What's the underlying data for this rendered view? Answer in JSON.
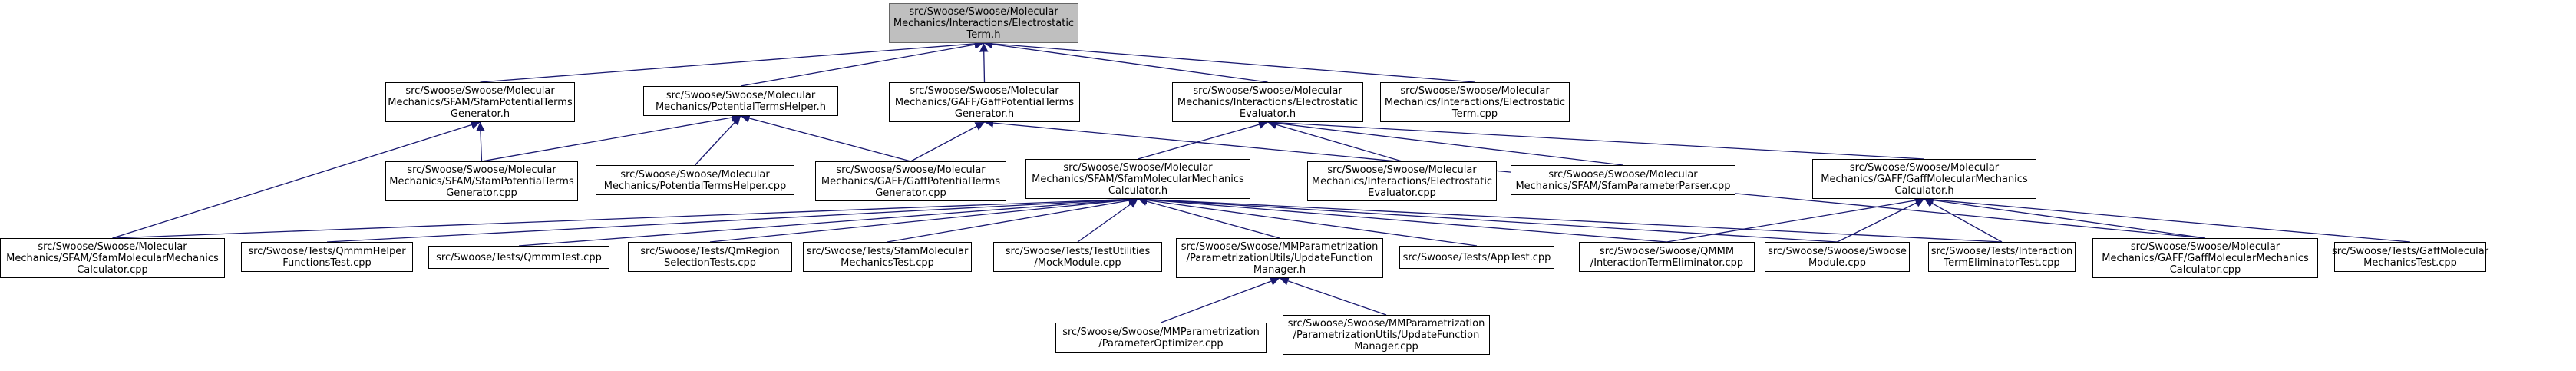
{
  "colors": {
    "edge": "#191970",
    "root_fill": "#bfbfbf",
    "node_border": "#000000"
  },
  "graph": {
    "nodes": [
      {
        "id": "root",
        "label": "src/Swoose/Swoose/Molecular\nMechanics/Interactions/Electrostatic\nTerm.h",
        "root": true
      },
      {
        "id": "sfam_pt_h",
        "label": "src/Swoose/Swoose/Molecular\nMechanics/SFAM/SfamPotentialTerms\nGenerator.h"
      },
      {
        "id": "pth_h",
        "label": "src/Swoose/Swoose/Molecular\nMechanics/PotentialTermsHelper.h"
      },
      {
        "id": "gaff_pt_h",
        "label": "src/Swoose/Swoose/Molecular\nMechanics/GAFF/GaffPotentialTerms\nGenerator.h"
      },
      {
        "id": "eev_h",
        "label": "src/Swoose/Swoose/Molecular\nMechanics/Interactions/Electrostatic\nEvaluator.h"
      },
      {
        "id": "et_cpp",
        "label": "src/Swoose/Swoose/Molecular\nMechanics/Interactions/Electrostatic\nTerm.cpp"
      },
      {
        "id": "sfam_pt_cpp",
        "label": "src/Swoose/Swoose/Molecular\nMechanics/SFAM/SfamPotentialTerms\nGenerator.cpp"
      },
      {
        "id": "pth_cpp",
        "label": "src/Swoose/Swoose/Molecular\nMechanics/PotentialTermsHelper.cpp"
      },
      {
        "id": "gaff_pt_cpp",
        "label": "src/Swoose/Swoose/Molecular\nMechanics/GAFF/GaffPotentialTerms\nGenerator.cpp"
      },
      {
        "id": "sfam_calc_h",
        "label": "src/Swoose/Swoose/Molecular\nMechanics/SFAM/SfamMolecularMechanics\nCalculator.h"
      },
      {
        "id": "eev_cpp",
        "label": "src/Swoose/Swoose/Molecular\nMechanics/Interactions/Electrostatic\nEvaluator.cpp"
      },
      {
        "id": "sfam_parser_cpp",
        "label": "src/Swoose/Swoose/Molecular\nMechanics/SFAM/SfamParameterParser.cpp"
      },
      {
        "id": "gaff_calc_h",
        "label": "src/Swoose/Swoose/Molecular\nMechanics/GAFF/GaffMolecularMechanics\nCalculator.h"
      },
      {
        "id": "sfam_calc_cpp",
        "label": "src/Swoose/Swoose/Molecular\nMechanics/SFAM/SfamMolecularMechanics\nCalculator.cpp"
      },
      {
        "id": "qmmm_helper_test",
        "label": "src/Swoose/Tests/QmmmHelper\nFunctionsTest.cpp"
      },
      {
        "id": "qmmm_test",
        "label": "src/Swoose/Tests/QmmmTest.cpp"
      },
      {
        "id": "qmregion_test",
        "label": "src/Swoose/Tests/QmRegion\nSelectionTests.cpp"
      },
      {
        "id": "sfam_mm_test",
        "label": "src/Swoose/Tests/SfamMolecular\nMechanicsTest.cpp"
      },
      {
        "id": "mock_module",
        "label": "src/Swoose/Tests/TestUtilities\n/MockModule.cpp"
      },
      {
        "id": "update_fn_h",
        "label": "src/Swoose/Swoose/MMParametrization\n/ParametrizationUtils/UpdateFunction\nManager.h"
      },
      {
        "id": "app_test",
        "label": "src/Swoose/Tests/AppTest.cpp"
      },
      {
        "id": "ite_cpp",
        "label": "src/Swoose/Swoose/QMMM\n/InteractionTermEliminator.cpp"
      },
      {
        "id": "swoose_module",
        "label": "src/Swoose/Swoose/Swoose\nModule.cpp"
      },
      {
        "id": "ite_test",
        "label": "src/Swoose/Tests/Interaction\nTermEliminatorTest.cpp"
      },
      {
        "id": "gaff_calc_cpp",
        "label": "src/Swoose/Swoose/Molecular\nMechanics/GAFF/GaffMolecularMechanics\nCalculator.cpp"
      },
      {
        "id": "gaff_mm_test",
        "label": "src/Swoose/Tests/GaffMolecular\nMechanicsTest.cpp"
      },
      {
        "id": "param_opt",
        "label": "src/Swoose/Swoose/MMParametrization\n/ParameterOptimizer.cpp"
      },
      {
        "id": "update_fn_cpp",
        "label": "src/Swoose/Swoose/MMParametrization\n/ParametrizationUtils/UpdateFunction\nManager.cpp"
      }
    ],
    "edges": [
      [
        "root",
        "sfam_pt_h"
      ],
      [
        "root",
        "pth_h"
      ],
      [
        "root",
        "gaff_pt_h"
      ],
      [
        "root",
        "eev_h"
      ],
      [
        "root",
        "et_cpp"
      ],
      [
        "sfam_pt_h",
        "sfam_pt_cpp"
      ],
      [
        "sfam_pt_h",
        "sfam_calc_cpp"
      ],
      [
        "pth_h",
        "sfam_pt_cpp"
      ],
      [
        "pth_h",
        "pth_cpp"
      ],
      [
        "pth_h",
        "gaff_pt_cpp"
      ],
      [
        "gaff_pt_h",
        "gaff_pt_cpp"
      ],
      [
        "gaff_pt_h",
        "gaff_calc_cpp"
      ],
      [
        "eev_h",
        "sfam_calc_h"
      ],
      [
        "eev_h",
        "eev_cpp"
      ],
      [
        "eev_h",
        "sfam_parser_cpp"
      ],
      [
        "eev_h",
        "gaff_calc_h"
      ],
      [
        "sfam_calc_h",
        "sfam_calc_cpp"
      ],
      [
        "sfam_calc_h",
        "qmmm_helper_test"
      ],
      [
        "sfam_calc_h",
        "qmmm_test"
      ],
      [
        "sfam_calc_h",
        "qmregion_test"
      ],
      [
        "sfam_calc_h",
        "sfam_mm_test"
      ],
      [
        "sfam_calc_h",
        "mock_module"
      ],
      [
        "sfam_calc_h",
        "update_fn_h"
      ],
      [
        "sfam_calc_h",
        "app_test"
      ],
      [
        "sfam_calc_h",
        "ite_cpp"
      ],
      [
        "sfam_calc_h",
        "swoose_module"
      ],
      [
        "sfam_calc_h",
        "ite_test"
      ],
      [
        "gaff_calc_h",
        "ite_cpp"
      ],
      [
        "gaff_calc_h",
        "swoose_module"
      ],
      [
        "gaff_calc_h",
        "ite_test"
      ],
      [
        "gaff_calc_h",
        "gaff_calc_cpp"
      ],
      [
        "gaff_calc_h",
        "gaff_mm_test"
      ],
      [
        "update_fn_h",
        "param_opt"
      ],
      [
        "update_fn_h",
        "update_fn_cpp"
      ]
    ]
  }
}
